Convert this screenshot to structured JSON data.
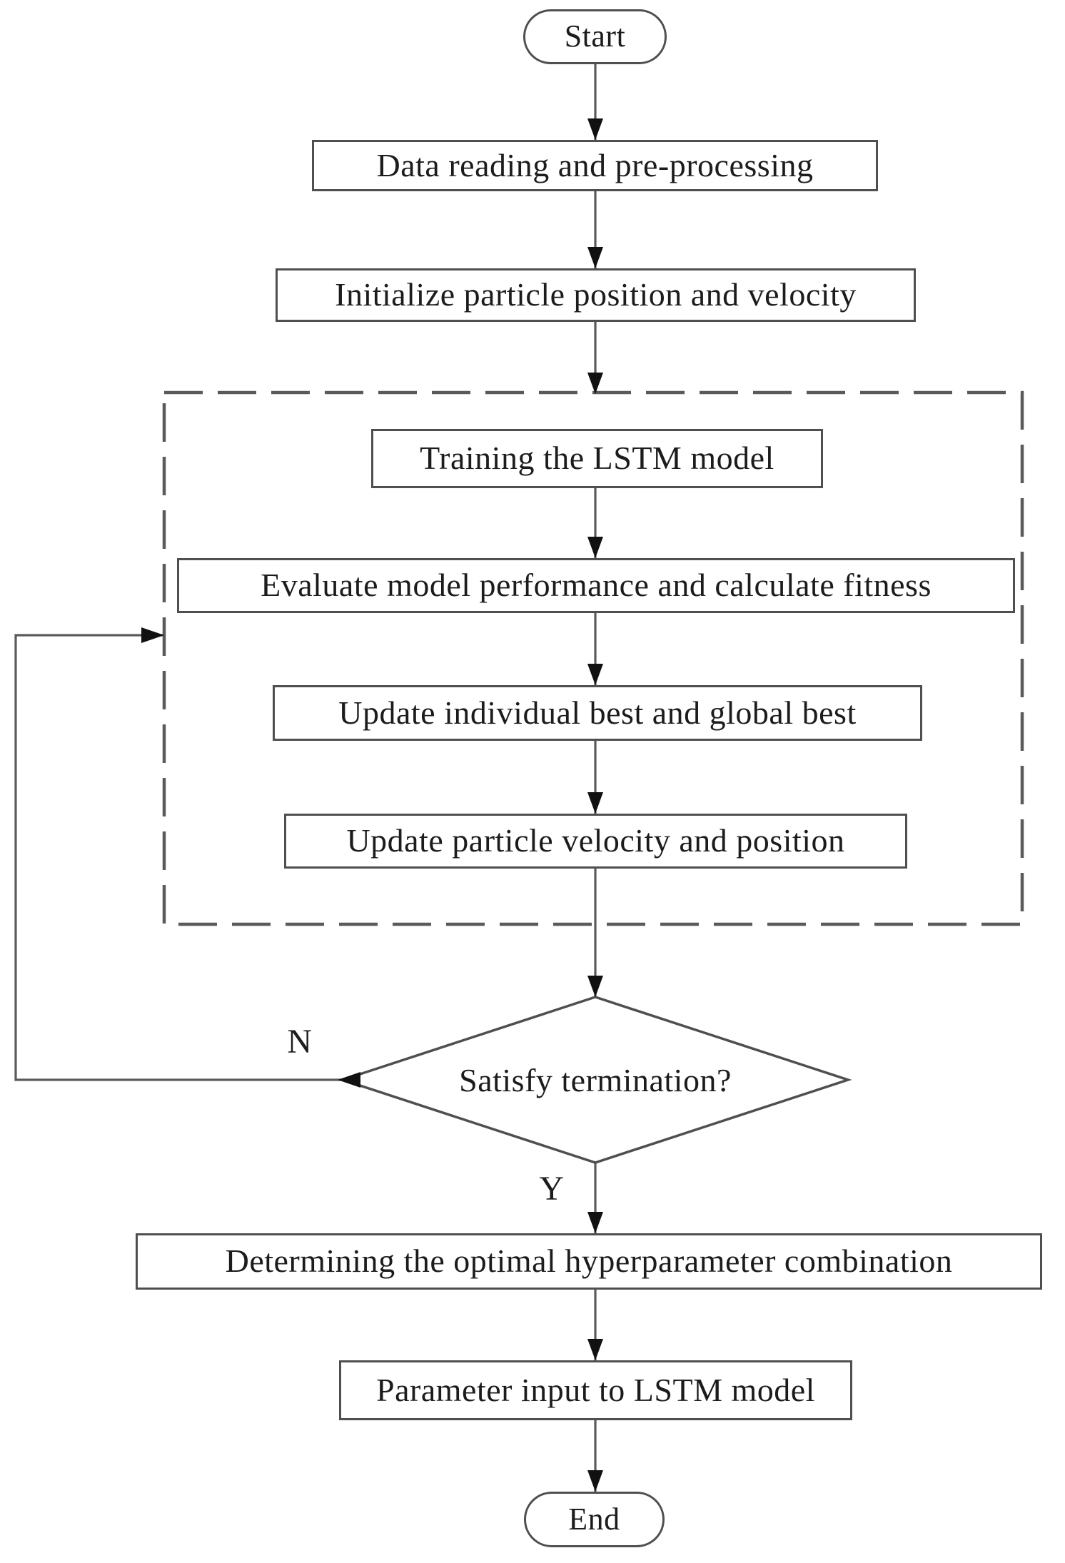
{
  "flowchart": {
    "nodes": {
      "start": "Start",
      "data_reading": "Data reading and pre-processing",
      "initialize": "Initialize particle position and velocity",
      "training": "Training the LSTM model",
      "evaluate": "Evaluate model performance and calculate fitness",
      "update_best": "Update individual best and global best",
      "update_velocity": "Update particle velocity and position",
      "decision": "Satisfy termination?",
      "determine_optimal": "Determining the optimal hyperparameter combination",
      "parameter_input": "Parameter input to LSTM model",
      "end": "End"
    },
    "branch_labels": {
      "no": "N",
      "yes": "Y"
    },
    "colors": {
      "background": "#ffffff",
      "shape_border": "#4f4f4f",
      "connector": "#5a5a5a",
      "arrowhead": "#111111",
      "text": "#1c1c1c"
    }
  }
}
